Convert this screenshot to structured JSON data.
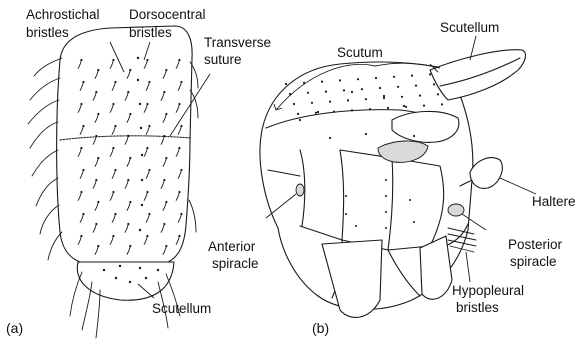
{
  "panel_a": {
    "panel_label": "(a)",
    "labels": {
      "achrostichal_line1": "Achrostichal",
      "achrostichal_line2": "bristles",
      "dorsocentral_line1": "Dorsocentral",
      "dorsocentral_line2": "bristles",
      "transverse_line1": "Transverse",
      "transverse_line2": "suture",
      "scutellum": "Scutellum"
    }
  },
  "panel_b": {
    "panel_label": "(b)",
    "labels": {
      "scutum": "Scutum",
      "scutellum": "Scutellum",
      "haltere": "Haltere",
      "anterior_line1": "Anterior",
      "anterior_line2": "spiracle",
      "posterior_line1": "Posterior",
      "posterior_line2": "spiracle",
      "hypopleural_line1": "Hypopleural",
      "hypopleural_line2": "bristles"
    }
  }
}
